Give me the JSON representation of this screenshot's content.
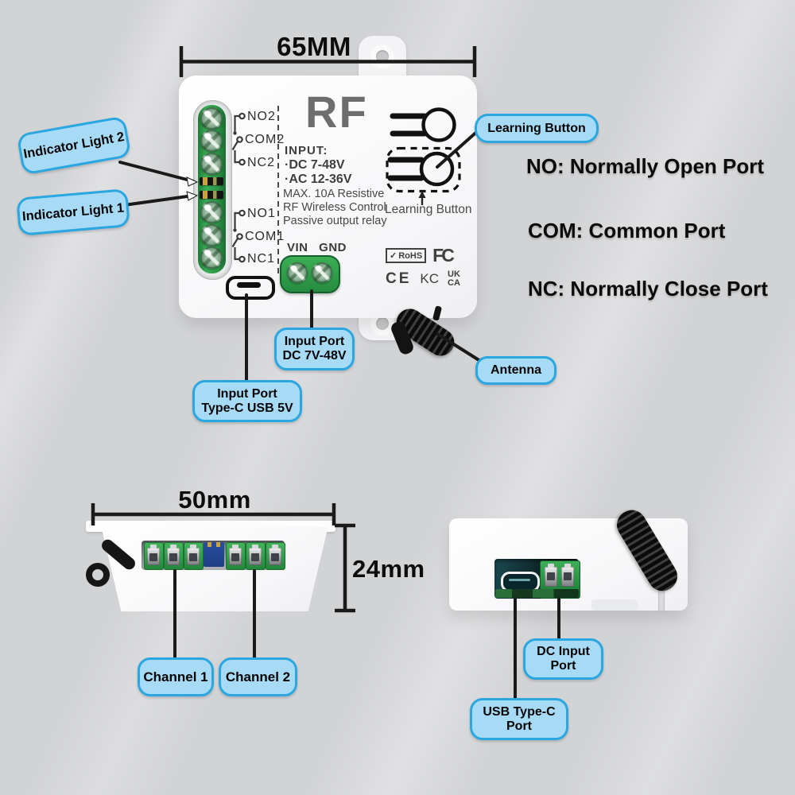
{
  "colors": {
    "background": "#d2d3d5",
    "callout_fill": "#a7dbf5",
    "callout_border": "#2aa7e0",
    "terminal_green": "#2f9e4b",
    "pcb_blue": "#274f9e",
    "device_white": "#fbfbfc",
    "line_black": "#1a1a1a"
  },
  "top_view": {
    "width_dimension": "65MM",
    "device": {
      "brand": "RF",
      "channel2": {
        "no": "NO2",
        "com": "COM2",
        "nc": "NC2"
      },
      "channel1": {
        "no": "NO1",
        "com": "COM1",
        "nc": "NC1"
      },
      "input_heading": "INPUT:",
      "input_dc": "·DC 7-48V",
      "input_ac": "·AC 12-36V",
      "max_rating": "MAX. 10A  Resistive",
      "feature_line1": "RF Wireless Control",
      "feature_line2": "Passive output relay",
      "power_labels": "VIN GND",
      "learning_caption": "Learning Button",
      "marks": {
        "rohs_check": "✓",
        "rohs": "RoHS",
        "fcc": "FC",
        "ce": "CE",
        "kc": "KC",
        "ukca_line1": "UK",
        "ukca_line2": "CA"
      }
    },
    "callouts": {
      "indicator_light_2": "Indicator Light 2",
      "indicator_light_1": "Indicator Light 1",
      "learning_button": "Learning Button",
      "dc_input_line1": "Input Port",
      "dc_input_line2": "DC 7V-48V",
      "usb_input_line1": "Input Port",
      "usb_input_line2": "Type-C USB 5V",
      "antenna": "Antenna"
    },
    "port_legend": {
      "no": "NO: Normally Open Port",
      "com": "COM: Common Port",
      "nc": "NC: Normally Close Port"
    }
  },
  "bottom_view": {
    "width_dimension": "50mm",
    "height_dimension": "24mm",
    "callouts": {
      "channel_1": "Channel 1",
      "channel_2": "Channel 2"
    }
  },
  "side_view": {
    "callouts": {
      "dc_port_line1": "DC Input",
      "dc_port_line2": "Port",
      "usb_port_line1": "USB Type-C",
      "usb_port_line2": "Port"
    }
  }
}
